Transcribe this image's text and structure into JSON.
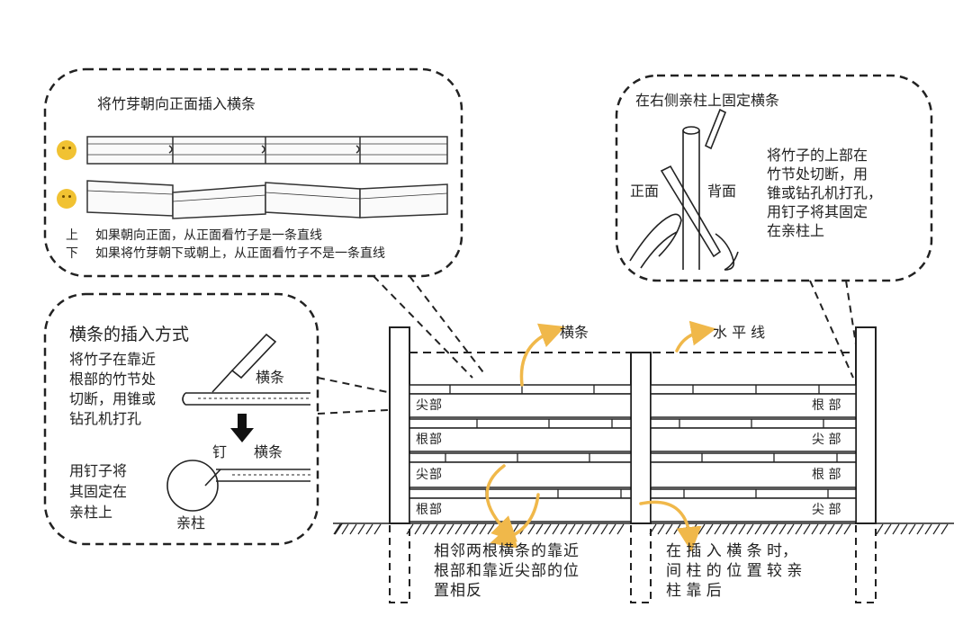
{
  "callout_top_left": {
    "title": "将竹芽朝向正面插入横条",
    "note_up_marker": "上",
    "note_up_text": "如果朝向正面，从正面看竹子是一条直线",
    "note_down_marker": "下",
    "note_down_text": "如果将竹芽朝下或朝上，从正面看竹子不是一条直线",
    "good_icon": "smiling-face-icon",
    "bad_icon": "frowning-face-icon"
  },
  "callout_top_right": {
    "title": "在右侧亲柱上固定横条",
    "front_label": "正面",
    "back_label": "背面",
    "desc_lines": [
      "将竹子的上部在",
      "竹节处切断，用",
      "锥或钻孔机打孔，",
      "用钉子将其固定",
      "在亲柱上"
    ]
  },
  "callout_left": {
    "title": "横条的插入方式",
    "step1_lines": [
      "将竹子在靠近",
      "根部的竹节处",
      "切断，用锥或",
      "钻孔机打孔"
    ],
    "rail_label_1": "横条",
    "nail_label": "钉",
    "rail_label_2": "横条",
    "step2_lines": [
      "用钉子将",
      "其固定在",
      "亲柱上"
    ],
    "post_label": "亲柱"
  },
  "fence": {
    "rail_label": "横条",
    "level_label": "水 平 线",
    "left_labels": [
      "尖部",
      "根部",
      "尖部",
      "根部"
    ],
    "right_labels": [
      "根 部",
      "尖 部",
      "根 部",
      "尖 部"
    ],
    "note_bottom_left": [
      "相邻两根横条的靠近",
      "根部和靠近尖部的位",
      "置相反"
    ],
    "note_bottom_right": [
      "在 插 入 横 条 时，",
      "间 柱 的 位 置 较 亲",
      "柱 靠 后"
    ]
  },
  "colors": {
    "arrow": "#f0b84a",
    "face": "#f1c232",
    "line": "#222222"
  }
}
